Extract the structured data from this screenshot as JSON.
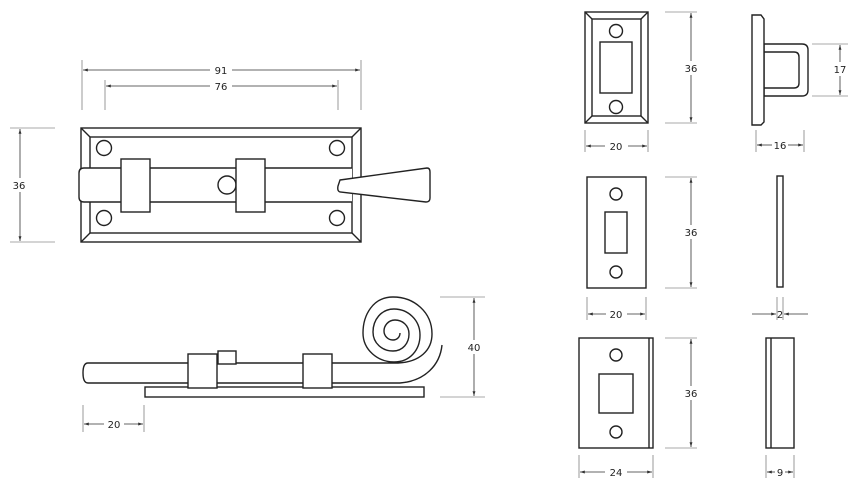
{
  "dimensions": {
    "bolt_plate_length": "91",
    "bolt_hole_spacing": "76",
    "bolt_plate_height": "36",
    "bolt_handle_height": "40",
    "bolt_overhang": "20",
    "keep_height": "36",
    "keep_width": "20",
    "keep_projection_height": "17",
    "keep_depth": "16",
    "flat_keep_height": "36",
    "flat_keep_width": "20",
    "flat_keep_thickness": "2",
    "box_keep_height": "36",
    "box_keep_width": "24",
    "box_keep_depth": "9"
  },
  "colors": {
    "line": "#222222",
    "background": "#ffffff"
  }
}
